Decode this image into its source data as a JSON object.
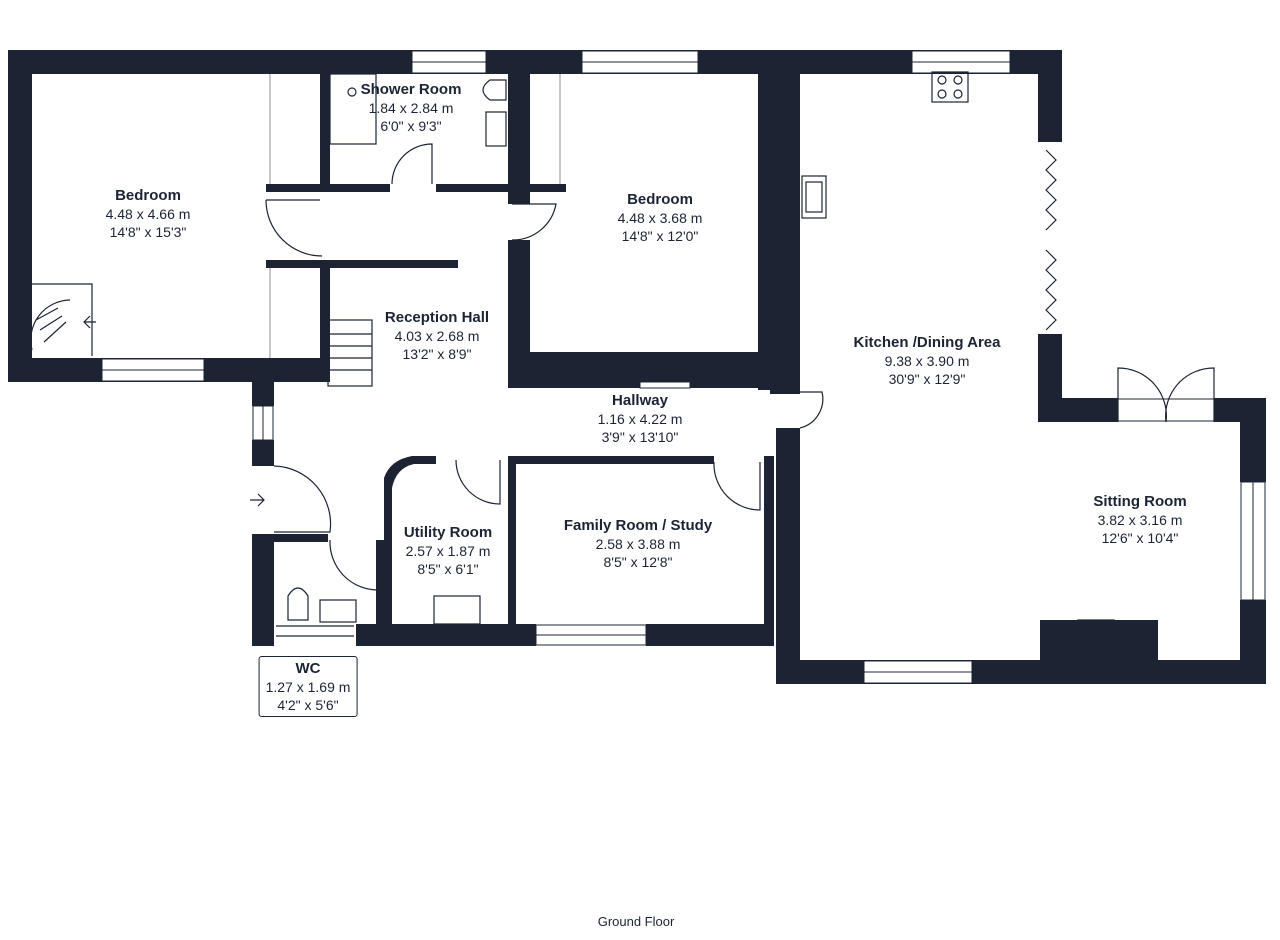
{
  "floor_name": "Ground Floor",
  "rooms": [
    {
      "id": "bedroom-1",
      "name": "Bedroom",
      "metric": "4.48 x 4.66 m",
      "imperial": "14'8\" x 15'3\""
    },
    {
      "id": "shower-room",
      "name": "Shower Room",
      "metric": "1.84 x 2.84 m",
      "imperial": "6'0\" x 9'3\""
    },
    {
      "id": "bedroom-2",
      "name": "Bedroom",
      "metric": "4.48 x 3.68 m",
      "imperial": "14'8\" x 12'0\""
    },
    {
      "id": "reception-hall",
      "name": "Reception Hall",
      "metric": "4.03 x 2.68 m",
      "imperial": "13'2\" x 8'9\""
    },
    {
      "id": "kitchen-dining",
      "name": "Kitchen /Dining Area",
      "metric": "9.38 x 3.90 m",
      "imperial": "30'9\" x 12'9\""
    },
    {
      "id": "hallway",
      "name": "Hallway",
      "metric": "1.16 x 4.22 m",
      "imperial": "3'9\" x 13'10\""
    },
    {
      "id": "utility-room",
      "name": "Utility Room",
      "metric": "2.57 x 1.87 m",
      "imperial": "8'5\" x 6'1\""
    },
    {
      "id": "family-room",
      "name": "Family Room  / Study",
      "metric": "2.58 x 3.88 m",
      "imperial": "8'5\" x 12'8\""
    },
    {
      "id": "sitting-room",
      "name": "Sitting Room",
      "metric": "3.82 x 3.16 m",
      "imperial": "12'6\" x 10'4\""
    },
    {
      "id": "wc",
      "name": "WC",
      "metric": "1.27 x 1.69 m",
      "imperial": "4'2\" x 5'6\""
    }
  ],
  "colors": {
    "wall": "#1c2434",
    "background": "#ffffff"
  }
}
